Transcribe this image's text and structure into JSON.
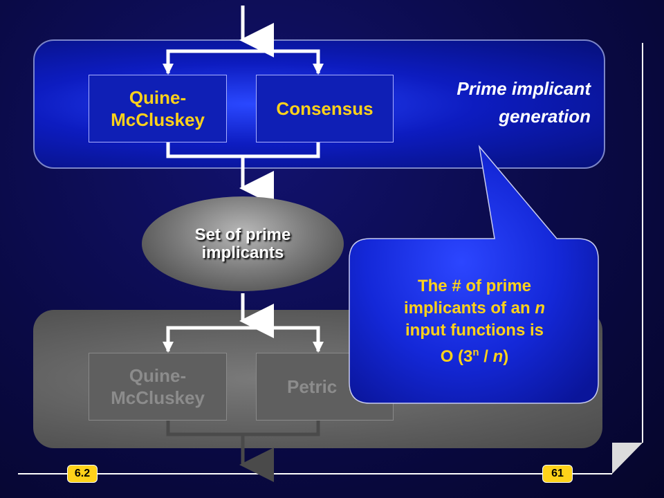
{
  "top_section": {
    "title_line1": "Prime implicant",
    "title_line2": "generation",
    "box_left_line1": "Quine-",
    "box_left_line2": "McCluskey",
    "box_right": "Consensus"
  },
  "middle": {
    "ellipse_line1": "Set of prime",
    "ellipse_line2": "implicants"
  },
  "bottom_section": {
    "box_left_line1": "Quine-",
    "box_left_line2": "McCluskey",
    "box_right_partial": "Petric"
  },
  "callout": {
    "line1": "The # of prime",
    "line2_a": "implicants of an ",
    "line2_var": "n",
    "line3": "input functions is",
    "line4_a": "O (3",
    "line4_sup": "n",
    "line4_b": " / ",
    "line4_var": "n",
    "line4_c": ")"
  },
  "footer": {
    "section": "6.2",
    "page": "61"
  },
  "colors": {
    "accent_yellow": "#ffd21a",
    "panel_blue": "#0d1cc0",
    "panel_gray": "#5d5d5d",
    "background": "#0a0a46"
  }
}
